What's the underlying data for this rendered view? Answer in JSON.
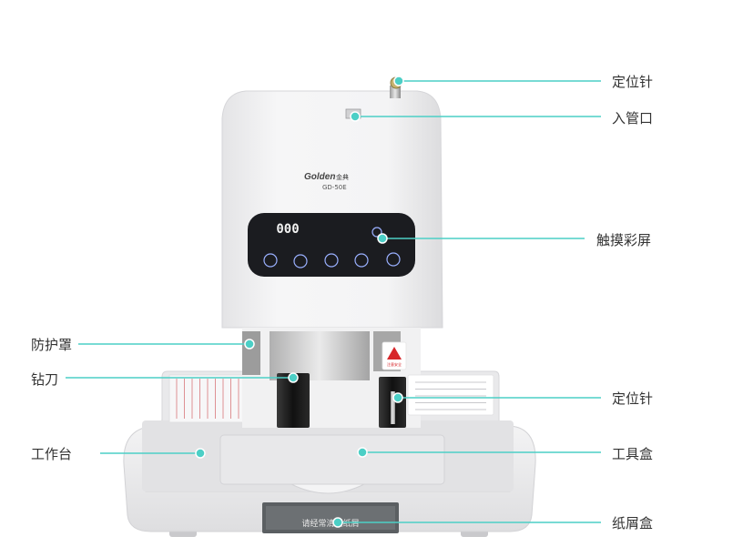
{
  "colors": {
    "accent": "#4ccfc6",
    "label_text": "#333333",
    "machine_body": "#efeff0",
    "panel": "#1b1c20"
  },
  "machine": {
    "brand": "Golden",
    "brand_cn": "金典",
    "model": "GD-50E",
    "display_value": "000",
    "bin_text": "请经常清理纸屑",
    "warning_label": "注意安全"
  },
  "callouts": {
    "positioning_pin_top": "定位针",
    "tube_inlet": "入管口",
    "touch_screen": "触摸彩屏",
    "guard": "防护罩",
    "drill": "钻刀",
    "positioning_pin_right": "定位针",
    "worktable": "工作台",
    "tool_box": "工具盒",
    "scrap_box": "纸屑盒"
  },
  "icons": [
    "up-arrow-icon",
    "down-arrow-icon",
    "reset-icon",
    "drill-icon",
    "heat-icon",
    "settings-icon"
  ]
}
